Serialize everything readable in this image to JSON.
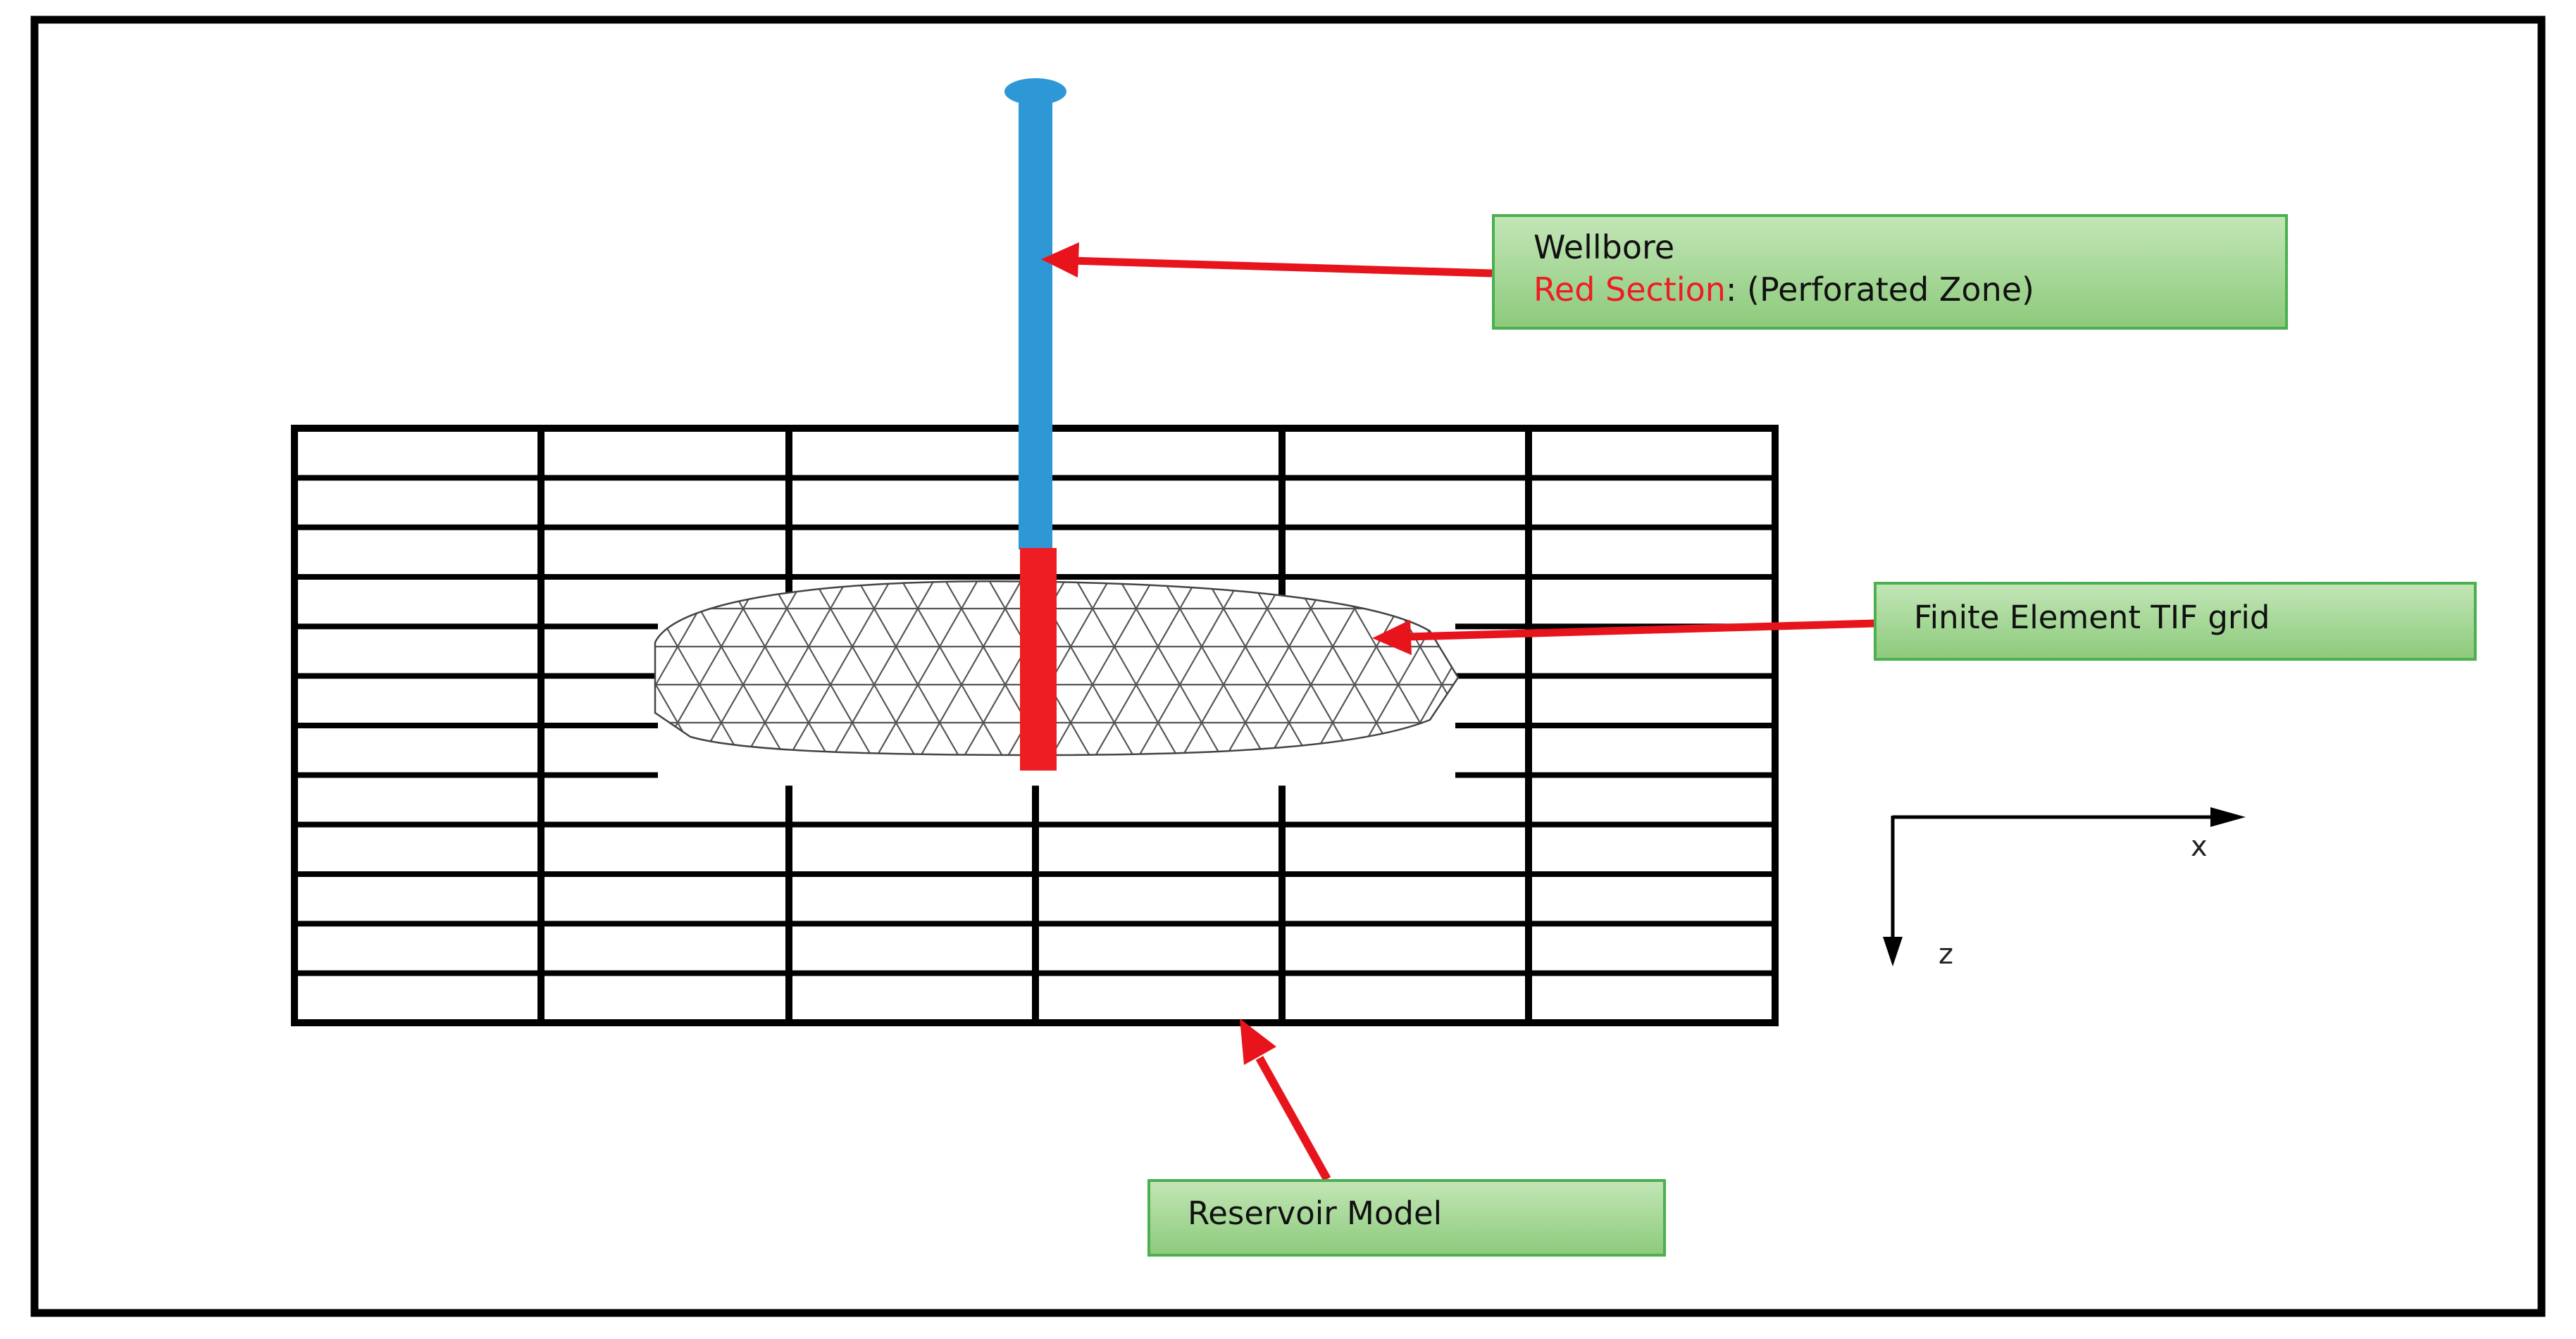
{
  "labels": {
    "wellbore": {
      "title": "Wellbore",
      "highlight": "Red Section",
      "rest": ": (Perforated Zone)"
    },
    "tif_grid": "Finite Element TIF grid",
    "reservoir": "Reservoir Model"
  },
  "axes": {
    "x": "x",
    "z": "z"
  },
  "colors": {
    "frame": "#000000",
    "grid": "#000000",
    "wellbore": "#2e98d6",
    "perforated": "#ee1c23",
    "arrow": "#e8141c",
    "label_fill_top": "#b9dfae",
    "label_fill_bottom": "#8fcc7f",
    "label_border": "#4caf50",
    "mesh": "#555555"
  }
}
